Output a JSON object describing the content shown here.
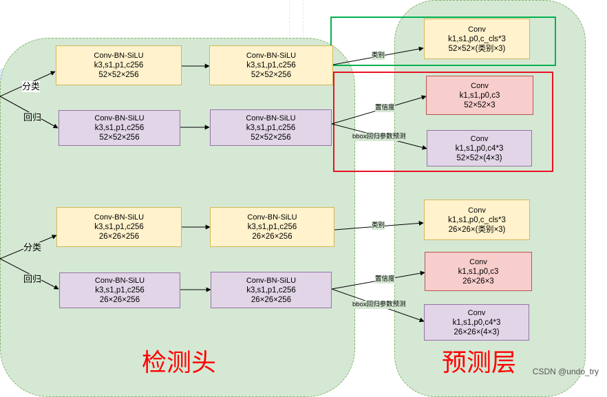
{
  "detect_head": {
    "title": "检测头"
  },
  "predict_layer": {
    "title": "预测层"
  },
  "branches": {
    "top_cls": "分类",
    "top_reg": "回归",
    "bot_cls": "分类",
    "bot_reg": "回归"
  },
  "edges": {
    "top_class": "类别",
    "top_conf": "置信度",
    "top_bbox": "bbox回归参数预测",
    "bot_class": "类别",
    "bot_conf": "置信度",
    "bot_bbox": "bbox回归参数预测"
  },
  "boxes": {
    "t1": {
      "name": "Conv-BN-SiLU",
      "params": "k3,s1,p1,c256",
      "shape": "52×52×256"
    },
    "t2": {
      "name": "Conv-BN-SiLU",
      "params": "k3,s1,p1,c256",
      "shape": "52×52×256"
    },
    "t3": {
      "name": "Conv-BN-SiLU",
      "params": "k3,s1,p1,c256",
      "shape": "52×52×256"
    },
    "t4": {
      "name": "Conv-BN-SiLU",
      "params": "k3,s1,p1,c256",
      "shape": "52×52×256"
    },
    "b1": {
      "name": "Conv-BN-SiLU",
      "params": "k3,s1,p1,c256",
      "shape": "26×26×256"
    },
    "b2": {
      "name": "Conv-BN-SiLU",
      "params": "k3,s1,p1,c256",
      "shape": "26×26×256"
    },
    "b3": {
      "name": "Conv-BN-SiLU",
      "params": "k3,s1,p1,c256",
      "shape": "26×26×256"
    },
    "b4": {
      "name": "Conv-BN-SiLU",
      "params": "k3,s1,p1,c256",
      "shape": "26×26×256"
    },
    "pt1": {
      "name": "Conv",
      "params": "k1,s1,p0,c_cls*3",
      "shape": "52×52×(类别×3)"
    },
    "pt2": {
      "name": "Conv",
      "params": "k1,s1,p0,c3",
      "shape": "52×52×3"
    },
    "pt3": {
      "name": "Conv",
      "params": "k1,s1,p0,c4*3",
      "shape": "52×52×(4×3)"
    },
    "pb1": {
      "name": "Conv",
      "params": "k1,s1,p0,c_cls*3",
      "shape": "26×26×(类别×3)"
    },
    "pb2": {
      "name": "Conv",
      "params": "k1,s1,p0,c3",
      "shape": "26×26×3"
    },
    "pb3": {
      "name": "Conv",
      "params": "k1,s1,p0,c4*3",
      "shape": "26×26×(4×3)"
    }
  },
  "colors": {
    "panel_fill": "#d5e8d4",
    "highlight_green": "#00b050",
    "highlight_red": "#e81123",
    "title_red": "#ff0000"
  },
  "watermark": "CSDN @undo_try"
}
